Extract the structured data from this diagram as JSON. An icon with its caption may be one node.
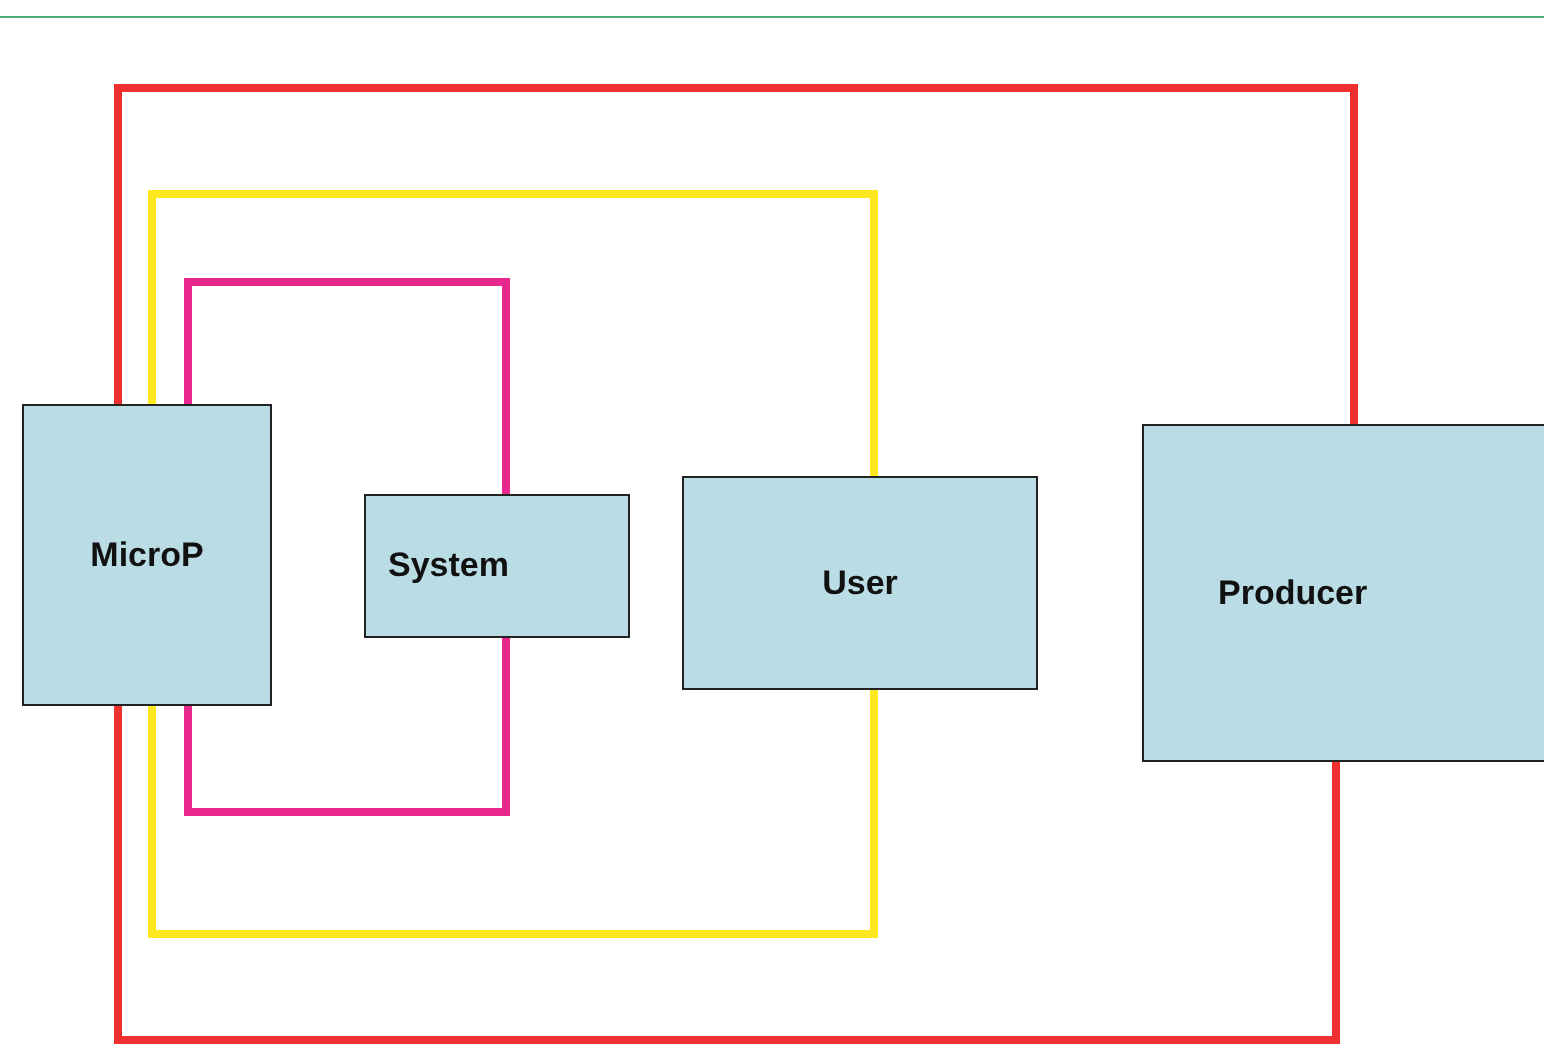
{
  "diagram": {
    "nodes": [
      {
        "text": [
          "MicroP"
        ]
      },
      {
        "text": [
          "System"
        ]
      },
      {
        "text": [
          "User"
        ]
      },
      {
        "text": [
          "Producer"
        ]
      }
    ],
    "edges": [
      {
        "from": 0,
        "to": 3,
        "arrow": "none",
        "color": "#ee3130"
      },
      {
        "from": 0,
        "to": 3,
        "arrow": "none",
        "color": "#ee3130"
      },
      {
        "from": 0,
        "to": 2,
        "arrow": "none",
        "color": "#ffe91e"
      },
      {
        "from": 0,
        "to": 2,
        "arrow": "none",
        "color": "#ffe91e"
      },
      {
        "from": 0,
        "to": 1,
        "arrow": "none",
        "color": "#e8288e"
      },
      {
        "from": 0,
        "to": 1,
        "arrow": "none",
        "color": "#e8288e"
      }
    ]
  }
}
